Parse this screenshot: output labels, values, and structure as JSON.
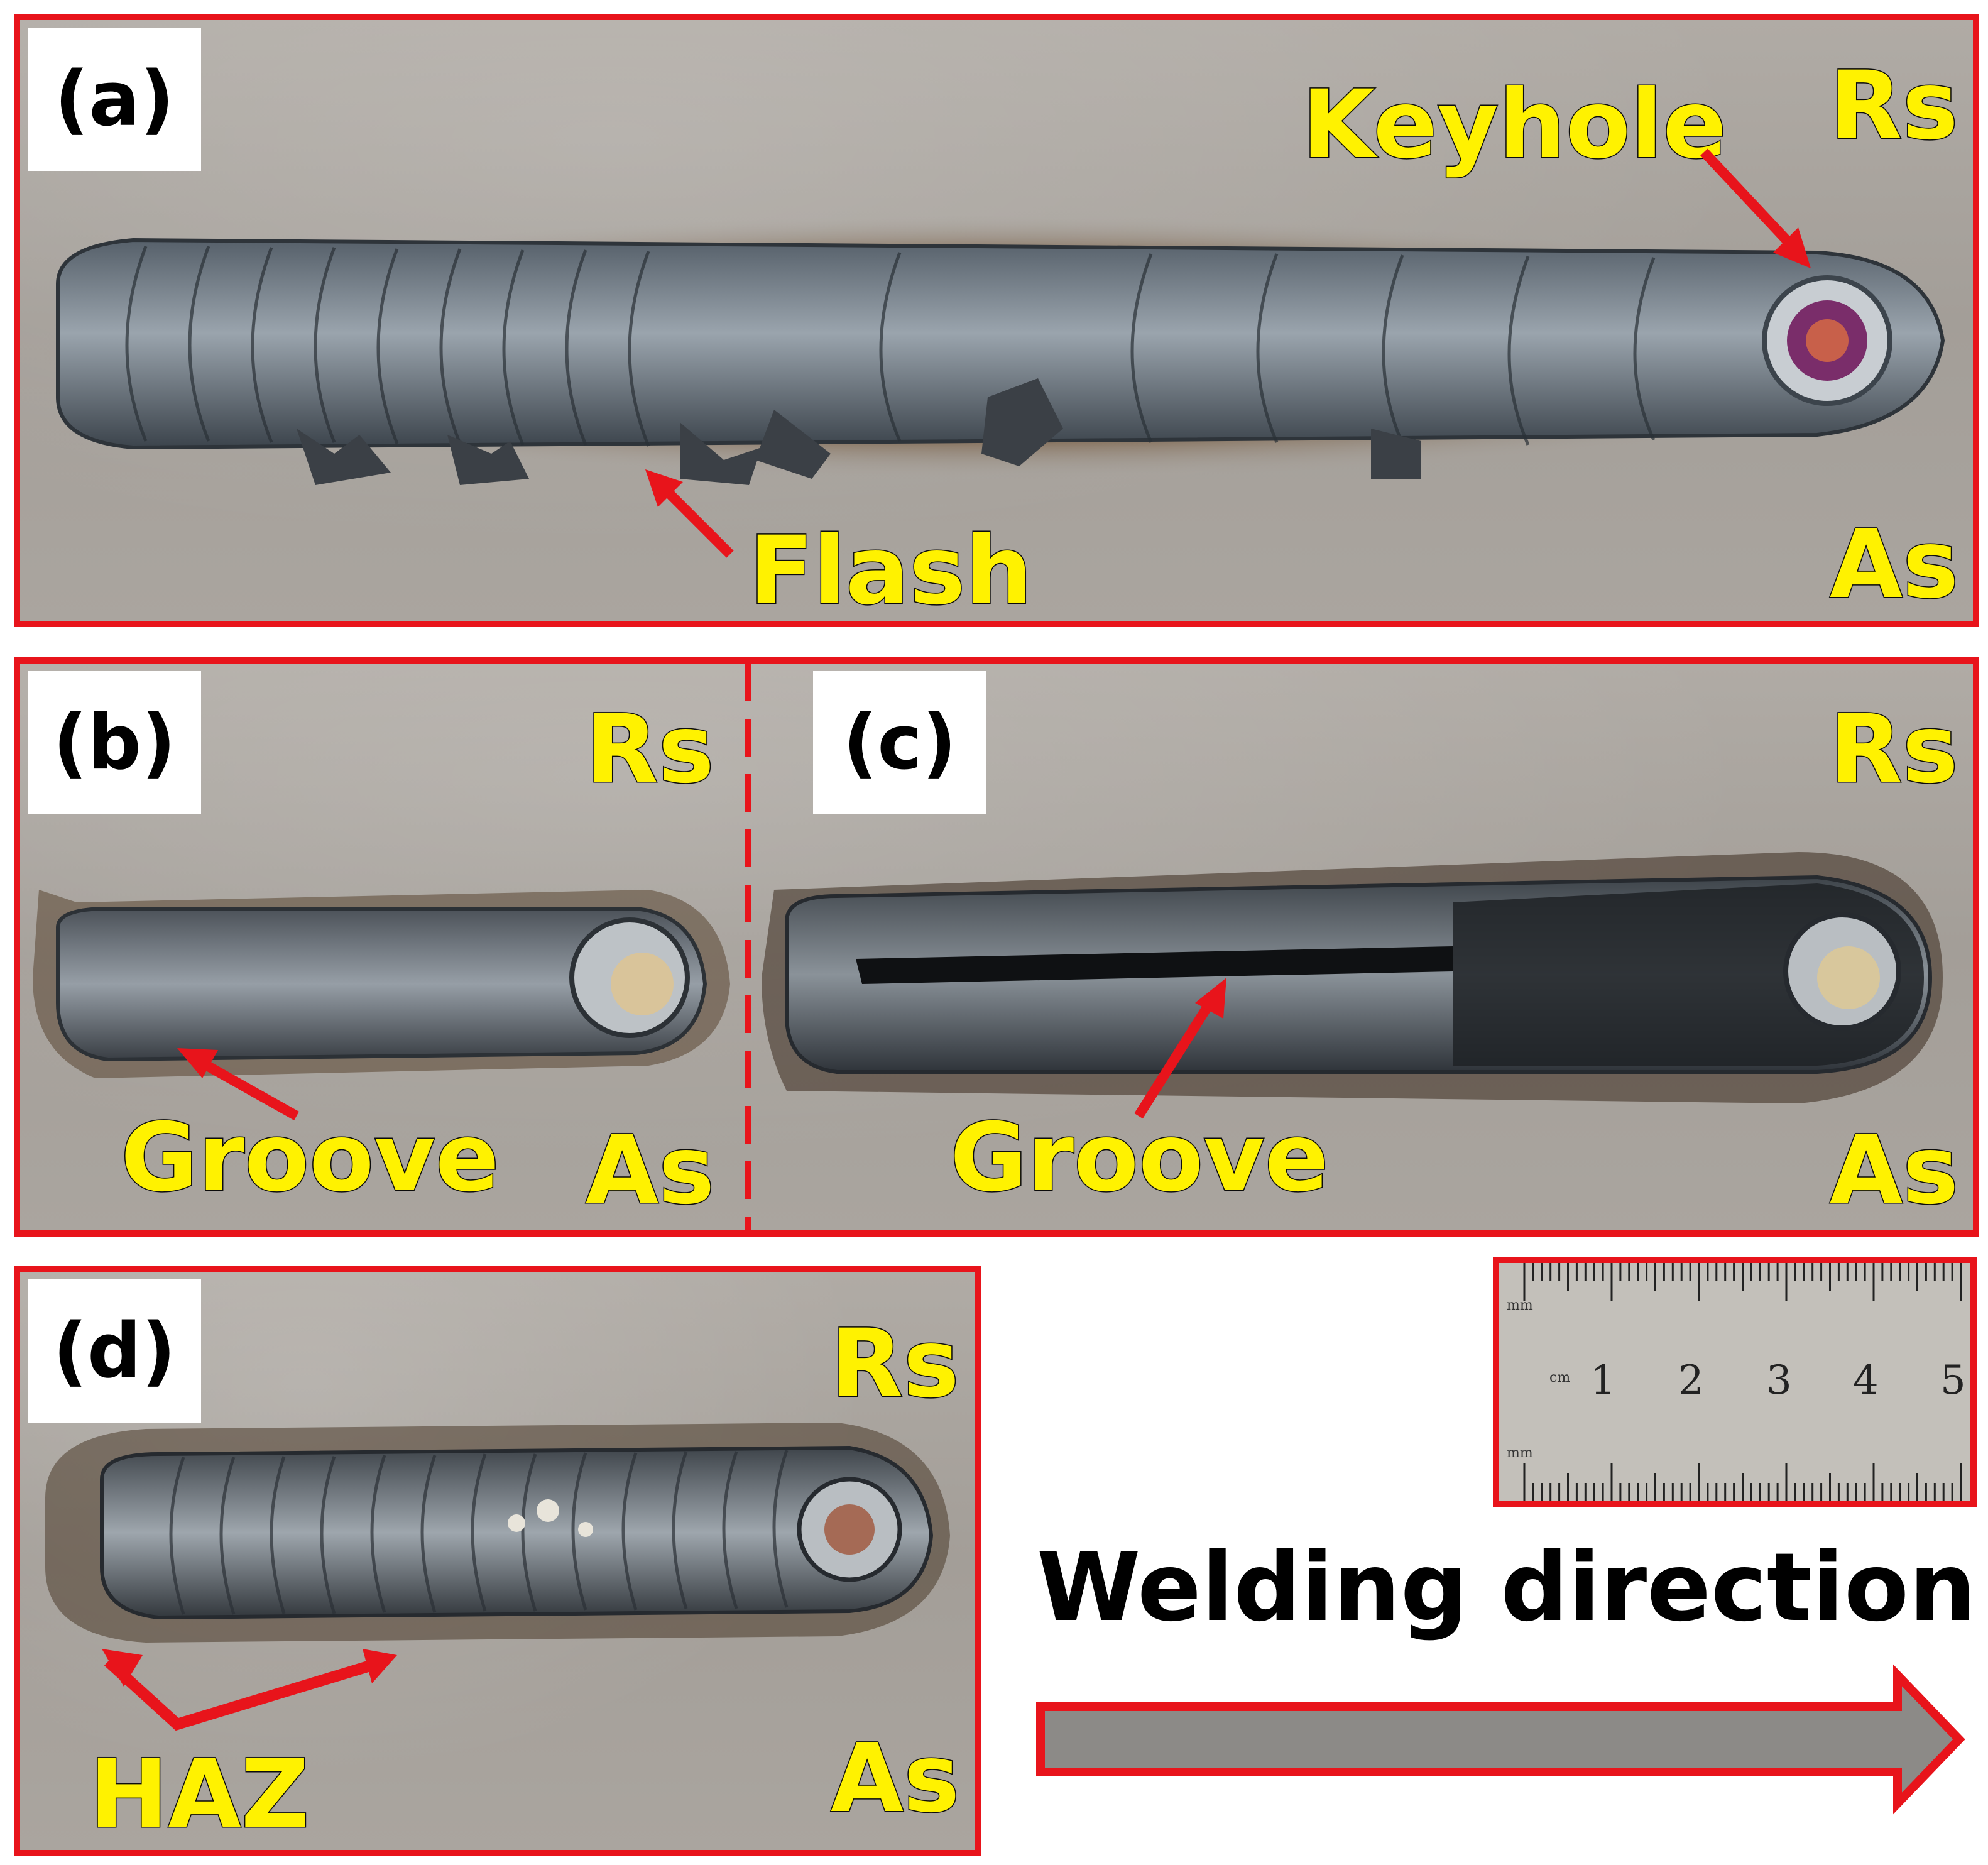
{
  "panels": {
    "a": {
      "tag": "(a)",
      "side_top": "Rs",
      "side_bottom": "As",
      "labels": {
        "keyhole": "Keyhole",
        "flash": "Flash"
      }
    },
    "b": {
      "tag": "(b)",
      "side_top": "Rs",
      "side_bottom": "As",
      "labels": {
        "groove": "Groove"
      }
    },
    "c": {
      "tag": "(c)",
      "side_top": "Rs",
      "side_bottom": "As",
      "labels": {
        "groove": "Groove"
      }
    },
    "d": {
      "tag": "(d)",
      "side_top": "Rs",
      "side_bottom": "As",
      "labels": {
        "haz": "HAZ"
      }
    }
  },
  "ruler": {
    "unit_mm_top": "mm",
    "unit_cm": "cm",
    "unit_mm_bottom": "mm",
    "numbers": [
      "1",
      "2",
      "3",
      "4",
      "5"
    ]
  },
  "direction": {
    "label": "Welding direction"
  },
  "colors": {
    "frame": "#e8141b",
    "label_fill": "#fff200",
    "arrow_body": "#8c8a87"
  }
}
